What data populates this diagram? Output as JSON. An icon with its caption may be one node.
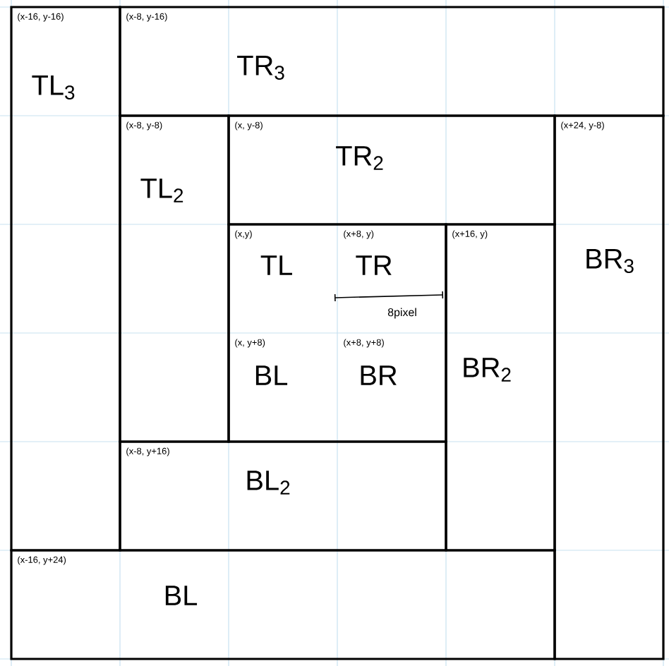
{
  "diagram": {
    "nodes": [
      {
        "text": [
          "(x-16, y-16)",
          "TL$_{3}$"
        ]
      },
      {
        "text": [
          "(x-8, y-16)",
          "TR$_{3}$"
        ]
      },
      {
        "text": [
          "(x-8, y-8)",
          "TL$_{2}$"
        ]
      },
      {
        "text": [
          "(x, y-8)",
          "TR$_{2}$"
        ]
      },
      {
        "text": [
          "(x+24, y-8)",
          "BR$_{3}$"
        ]
      },
      {
        "text": [],
        "shape": "box"
      },
      {
        "text": [
          "(x,y)",
          "TL"
        ],
        "in": 5
      },
      {
        "text": [
          "(x+8, y)",
          "TR"
        ],
        "in": 5
      },
      {
        "text": [
          "(x, y+8)",
          "BL"
        ],
        "in": 5
      },
      {
        "text": [
          "(x+8, y+8)",
          "BR"
        ],
        "in": 5
      },
      {
        "text": [
          "(x+16, y)",
          "BR$_{2}$"
        ]
      },
      {
        "text": [
          "(x-8, y+16)",
          "BL$_{2}$"
        ]
      },
      {
        "text": [
          "(x-16, y+24)",
          "BL"
        ]
      }
    ],
    "labels": [
      "8pixel"
    ]
  }
}
